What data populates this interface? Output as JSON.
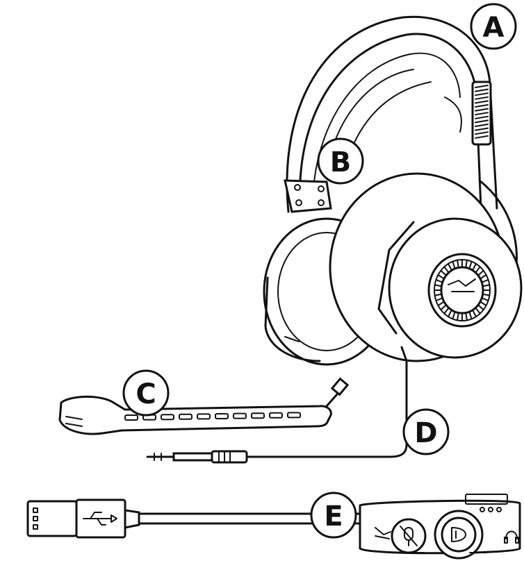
{
  "callouts": {
    "a": "A",
    "b": "B",
    "c": "C",
    "d": "D",
    "e": "E"
  },
  "icons": [
    "usb-icon",
    "mic-mute-icon",
    "surround-button-icon",
    "headphone-jack-icon",
    "hyperx-logo-icon"
  ]
}
